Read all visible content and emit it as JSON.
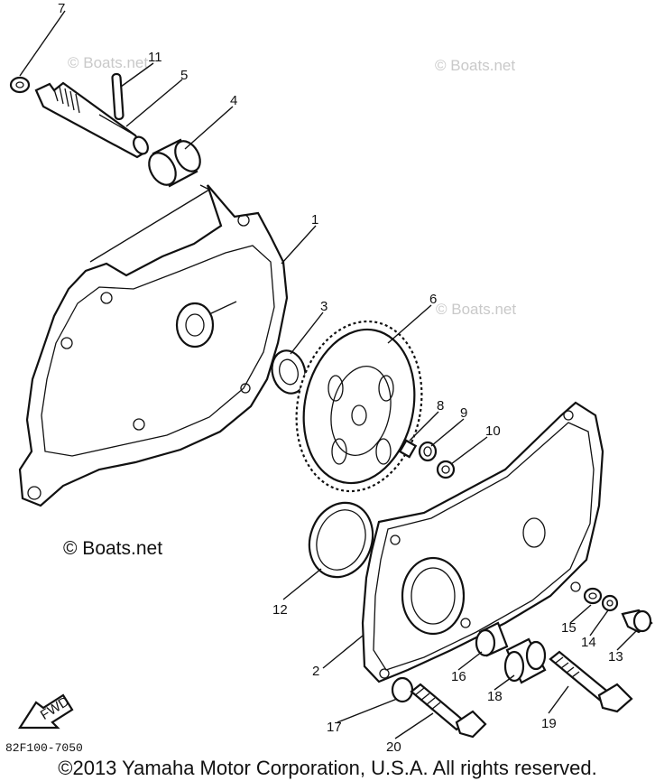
{
  "watermark": "© Boats.net",
  "brand": "© Boats.net",
  "diagram_code": "82F100-7050",
  "fwd_label": "FWD",
  "copyright": "©2013 Yamaha Motor Corporation, U.S.A. All rights reserved.",
  "callouts": [
    "1",
    "2",
    "3",
    "4",
    "5",
    "6",
    "7",
    "8",
    "9",
    "10",
    "11",
    "12",
    "13",
    "14",
    "15",
    "16",
    "17",
    "18",
    "19",
    "20"
  ]
}
